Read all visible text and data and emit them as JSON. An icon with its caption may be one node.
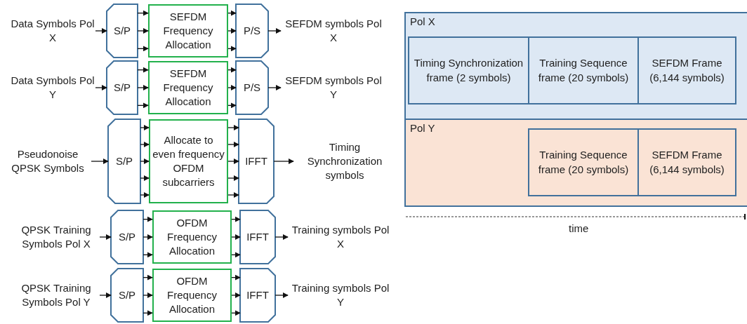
{
  "diagram": {
    "nodes": [
      {
        "text": [
          "Data Symbols Pol X"
        ]
      },
      {
        "text": [
          "S/P"
        ]
      },
      {
        "text": [
          "SEFDM Frequency Allocation"
        ]
      },
      {
        "text": [
          "P/S"
        ]
      },
      {
        "text": [
          "SEFDM symbols Pol X"
        ]
      },
      {
        "text": [
          "Data Symbols Pol Y"
        ]
      },
      {
        "text": [
          "S/P"
        ]
      },
      {
        "text": [
          "SEFDM Frequency Allocation"
        ]
      },
      {
        "text": [
          "P/S"
        ]
      },
      {
        "text": [
          "SEFDM symbols Pol Y"
        ]
      },
      {
        "text": [
          "Pseudonoise QPSK Symbols"
        ]
      },
      {
        "text": [
          "S/P"
        ]
      },
      {
        "text": [
          "Allocate to even frequency OFDM subcarriers"
        ]
      },
      {
        "text": [
          "IFFT"
        ]
      },
      {
        "text": [
          "Timing Synchronization symbols"
        ]
      },
      {
        "text": [
          "QPSK Training Symbols Pol X"
        ]
      },
      {
        "text": [
          "S/P"
        ]
      },
      {
        "text": [
          "OFDM Frequency Allocation"
        ]
      },
      {
        "text": [
          "IFFT"
        ]
      },
      {
        "text": [
          "Training symbols Pol X"
        ]
      },
      {
        "text": [
          "QPSK Training Symbols Pol Y"
        ]
      },
      {
        "text": [
          "S/P"
        ]
      },
      {
        "text": [
          "OFDM Frequency Allocation"
        ]
      },
      {
        "text": [
          "IFFT"
        ]
      },
      {
        "text": [
          "Training symbols Pol Y"
        ]
      },
      {
        "text": [
          "Pol X"
        ]
      },
      {
        "text": [
          "Timing Synchronization frame (2 symbols)"
        ],
        "in": 25
      },
      {
        "text": [
          "Training Sequence frame (20 symbols)"
        ],
        "in": 25
      },
      {
        "text": [
          "SEFDM Frame (6,144 symbols)"
        ],
        "in": 25
      },
      {
        "text": [
          "Pol Y"
        ]
      },
      {
        "text": [
          "Training Sequence frame (20 symbols)"
        ],
        "in": 29
      },
      {
        "text": [
          "SEFDM Frame (6,144 symbols)"
        ],
        "in": 29
      }
    ],
    "edges": [
      {
        "from": 0,
        "to": 1,
        "arrow": "to"
      },
      {
        "from": 1,
        "to": 2,
        "arrow": "to"
      },
      {
        "from": 1,
        "to": 2,
        "arrow": "to"
      },
      {
        "from": 1,
        "to": 2,
        "arrow": "to"
      },
      {
        "from": 2,
        "to": 3,
        "arrow": "to"
      },
      {
        "from": 2,
        "to": 3,
        "arrow": "to"
      },
      {
        "from": 2,
        "to": 3,
        "arrow": "to"
      },
      {
        "from": 3,
        "to": 4,
        "arrow": "to"
      },
      {
        "from": 5,
        "to": 6,
        "arrow": "to"
      },
      {
        "from": 6,
        "to": 7,
        "arrow": "to"
      },
      {
        "from": 6,
        "to": 7,
        "arrow": "to"
      },
      {
        "from": 6,
        "to": 7,
        "arrow": "to"
      },
      {
        "from": 7,
        "to": 8,
        "arrow": "to"
      },
      {
        "from": 7,
        "to": 8,
        "arrow": "to"
      },
      {
        "from": 7,
        "to": 8,
        "arrow": "to"
      },
      {
        "from": 8,
        "to": 9,
        "arrow": "to"
      },
      {
        "from": 10,
        "to": 11,
        "arrow": "to"
      },
      {
        "from": 11,
        "to": 12,
        "arrow": "to"
      },
      {
        "from": 11,
        "to": 12,
        "arrow": "to"
      },
      {
        "from": 11,
        "to": 12,
        "arrow": "to"
      },
      {
        "from": 11,
        "to": 12,
        "arrow": "to"
      },
      {
        "from": 11,
        "to": 12,
        "arrow": "to"
      },
      {
        "from": 12,
        "to": 13,
        "arrow": "to"
      },
      {
        "from": 12,
        "to": 13,
        "arrow": "to"
      },
      {
        "from": 12,
        "to": 13,
        "arrow": "to"
      },
      {
        "from": 12,
        "to": 13,
        "arrow": "to"
      },
      {
        "from": 12,
        "to": 13,
        "arrow": "to"
      },
      {
        "from": 13,
        "to": 14,
        "arrow": "to"
      },
      {
        "from": 15,
        "to": 16,
        "arrow": "to"
      },
      {
        "from": 16,
        "to": 17,
        "arrow": "to"
      },
      {
        "from": 16,
        "to": 17,
        "arrow": "to"
      },
      {
        "from": 16,
        "to": 17,
        "arrow": "to"
      },
      {
        "from": 17,
        "to": 18,
        "arrow": "to"
      },
      {
        "from": 17,
        "to": 18,
        "arrow": "to"
      },
      {
        "from": 17,
        "to": 18,
        "arrow": "to"
      },
      {
        "from": 18,
        "to": 19,
        "arrow": "to"
      },
      {
        "from": 20,
        "to": 21,
        "arrow": "to"
      },
      {
        "from": 21,
        "to": 22,
        "arrow": "to"
      },
      {
        "from": 21,
        "to": 22,
        "arrow": "to"
      },
      {
        "from": 21,
        "to": 22,
        "arrow": "to"
      },
      {
        "from": 22,
        "to": 23,
        "arrow": "to"
      },
      {
        "from": 22,
        "to": 23,
        "arrow": "to"
      },
      {
        "from": 22,
        "to": 23,
        "arrow": "to"
      },
      {
        "from": 23,
        "to": 24,
        "arrow": "to"
      }
    ],
    "labels": [
      "time"
    ]
  }
}
